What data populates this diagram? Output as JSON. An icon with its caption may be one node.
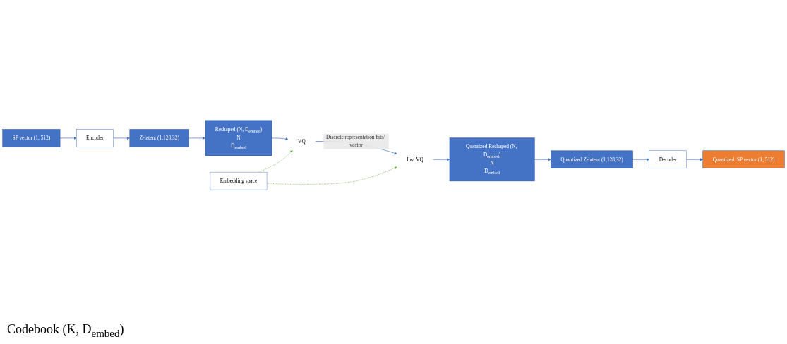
{
  "diagram": {
    "nodes": [
      {
        "text": [
          "SP vector (1, 512)"
        ]
      },
      {
        "text": [
          "Encoder"
        ]
      },
      {
        "text": [
          "Z-latent (1,128,32)"
        ]
      },
      {
        "text": [
          "Reshaped (N, D$_{embed}$)",
          "N",
          "D$_{embed}$"
        ]
      },
      {
        "text": [
          "VQ"
        ]
      },
      {
        "text": [
          "Embedding space"
        ]
      },
      {
        "text": [
          "Inv. VQ"
        ]
      },
      {
        "text": [
          "Quantized Reshaped (N, D$_{embed}$)",
          "N",
          "D$_{embed}$"
        ]
      },
      {
        "text": [
          "Quantized Z-latent (1,128,32)"
        ]
      },
      {
        "text": [
          "Decoder"
        ]
      },
      {
        "text": [
          "Quantized. SP vector (1, 512)"
        ]
      }
    ],
    "edges": [
      {
        "from": 0,
        "to": 1,
        "arrow": "to"
      },
      {
        "from": 1,
        "to": 2,
        "arrow": "to"
      },
      {
        "from": 2,
        "to": 3,
        "arrow": "to"
      },
      {
        "from": 3,
        "to": 4,
        "arrow": "to"
      },
      {
        "from": 4,
        "to": 6,
        "arrow": "to",
        "label": "Discrete representation bits/ vector"
      },
      {
        "from": 5,
        "to": 4,
        "arrow": "to",
        "style": "dashed",
        "color": "#70ad47"
      },
      {
        "from": 5,
        "to": 6,
        "arrow": "to",
        "style": "dashed",
        "color": "#70ad47"
      },
      {
        "from": 6,
        "to": 7,
        "arrow": "to"
      },
      {
        "from": 7,
        "to": 8,
        "arrow": "to"
      },
      {
        "from": 8,
        "to": 9,
        "arrow": "to"
      },
      {
        "from": 9,
        "to": 10,
        "arrow": "to"
      }
    ],
    "labels": [
      "Codebook (K, D$_{embed}$)"
    ]
  }
}
